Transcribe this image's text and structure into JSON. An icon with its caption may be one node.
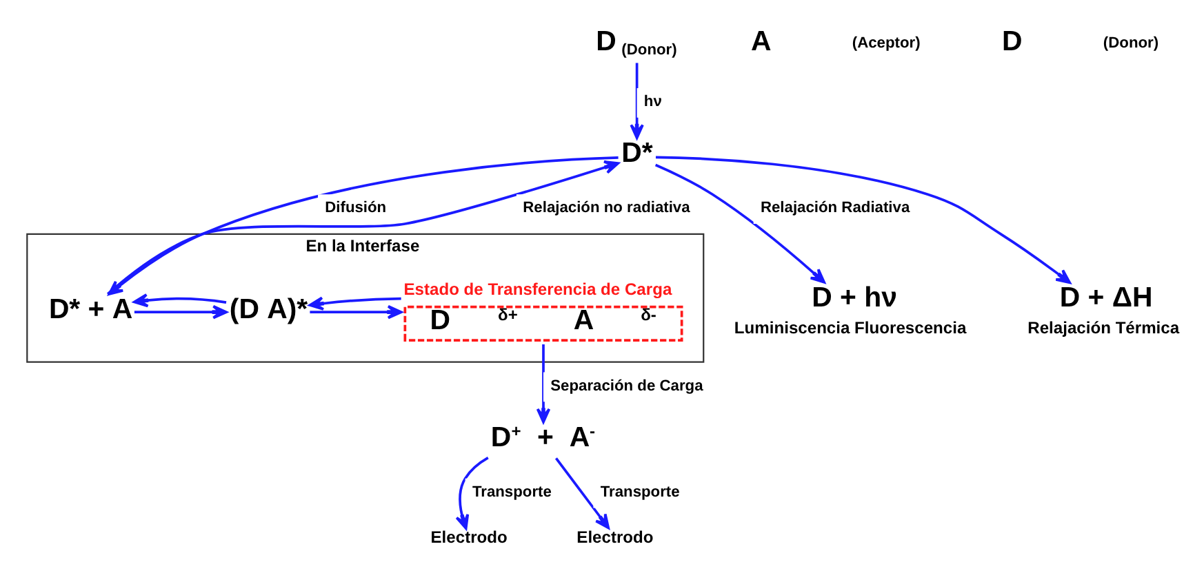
{
  "diagram": {
    "nodes": [
      {
        "text": [
          "D"
        ],
        "beside": [
          "(Donor)"
        ]
      },
      {
        "text": [
          "D*"
        ]
      },
      {
        "text": [
          "En la Interfase"
        ]
      },
      {
        "text": [
          "D* + A"
        ],
        "in": 2
      },
      {
        "text": [
          "(D A)*"
        ],
        "in": 2
      },
      {
        "text": [
          "Estado de Transferencia de Carga",
          "D$^{δ+}$ A$^{δ-}$"
        ],
        "in": 2
      },
      {
        "text": [
          "D + hν",
          "Luminiscencia Fluorescencia"
        ]
      },
      {
        "text": [
          "D + ΔH",
          "Relajación Térmica"
        ]
      },
      {
        "text": [
          "D$^{+}$  +  A$^{-}$"
        ]
      },
      {
        "text": [
          "Electrodo"
        ]
      },
      {
        "text": [
          "Electrodo"
        ]
      }
    ],
    "edges": [
      {
        "from": 0,
        "to": 1,
        "arrow": "to",
        "label": "hν"
      },
      {
        "from": 1,
        "to": 3,
        "arrow": "to",
        "label": "Difusión"
      },
      {
        "from": 3,
        "to": 1,
        "arrow": "to",
        "label": "Relajación no radiativa"
      },
      {
        "from": 3,
        "to": 4,
        "arrow": "to"
      },
      {
        "from": 4,
        "to": 3,
        "arrow": "to"
      },
      {
        "from": 4,
        "to": 5,
        "arrow": "to"
      },
      {
        "from": 5,
        "to": 4,
        "arrow": "to"
      },
      {
        "from": 1,
        "to": 6,
        "arrow": "to",
        "label": "Relajación Radiativa"
      },
      {
        "from": 1,
        "to": 7,
        "arrow": "to"
      },
      {
        "from": 5,
        "to": 8,
        "arrow": "to",
        "label": "Separación de Carga"
      },
      {
        "from": 8,
        "to": 9,
        "arrow": "to",
        "label": "Transporte"
      },
      {
        "from": 8,
        "to": 10,
        "arrow": "to",
        "label": "Transporte"
      }
    ],
    "labels": [
      "A",
      "(Aceptor)",
      "D",
      "(Donor)"
    ]
  }
}
